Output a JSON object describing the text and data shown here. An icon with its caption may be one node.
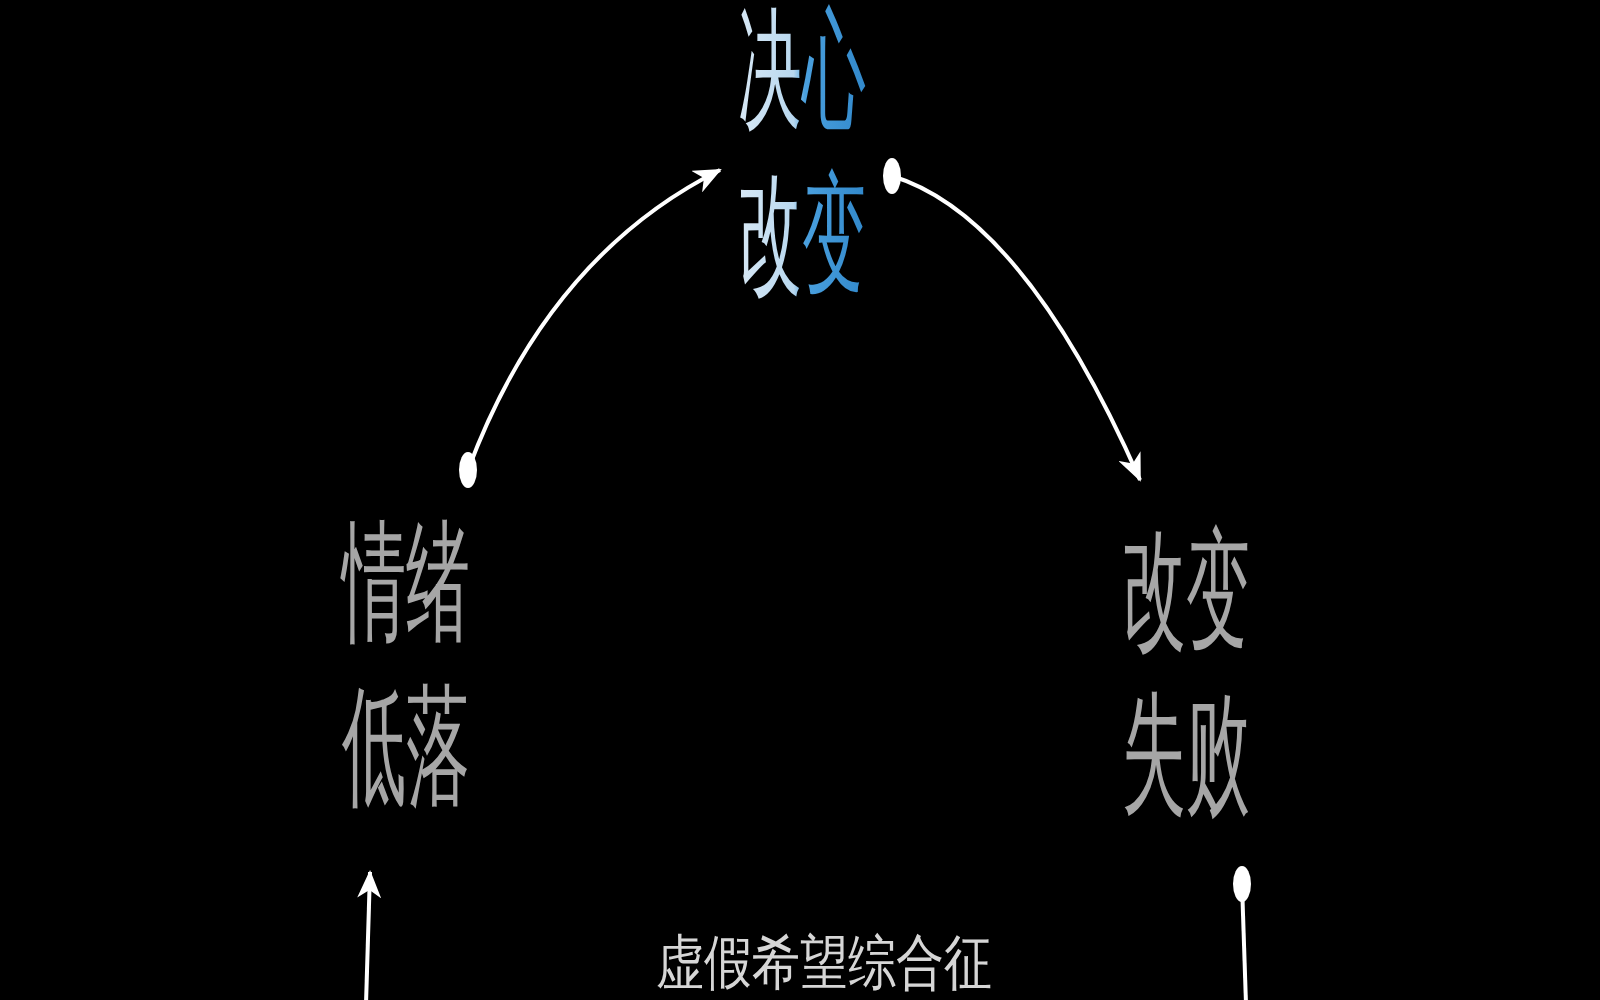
{
  "diagram": {
    "nodes": [
      {
        "text": [
          "决心改变"
        ]
      },
      {
        "text": [
          "情绪低落"
        ]
      },
      {
        "text": [
          "改变失败"
        ]
      }
    ],
    "edges": [
      {
        "from": 1,
        "to": 0,
        "arrow": "to"
      },
      {
        "from": 0,
        "to": 2,
        "arrow": "to"
      },
      {
        "from": 2,
        "to": null,
        "arrow": "other"
      },
      {
        "from": null,
        "to": 1,
        "arrow": "to"
      }
    ],
    "labels": [
      "虚假希望综合征"
    ]
  }
}
